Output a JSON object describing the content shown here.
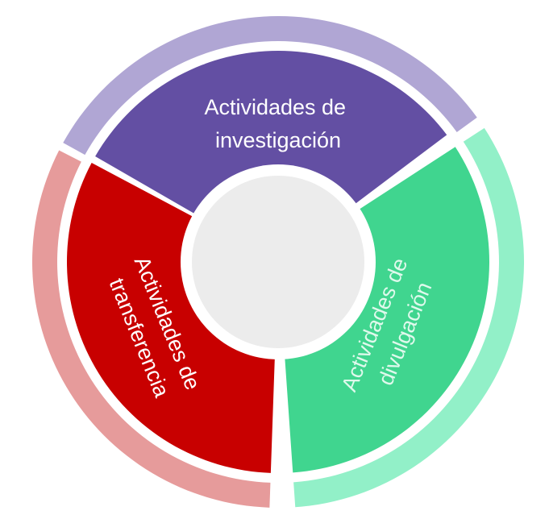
{
  "diagram": {
    "segments": [
      {
        "id": "investigacion",
        "line1": "Actividades de",
        "line2": "investigación",
        "color": "#634fa3",
        "ring_color": "#b0a6d4"
      },
      {
        "id": "divulgacion",
        "line1": "Actividades de",
        "line2": "divulgación",
        "color": "#40d58f",
        "ring_color": "#92f0c8"
      },
      {
        "id": "transferencia",
        "line1": "Actividades de",
        "line2": "transferencia",
        "color": "#c80000",
        "ring_color": "#e69b9b"
      }
    ],
    "center_color": "#ececec"
  }
}
